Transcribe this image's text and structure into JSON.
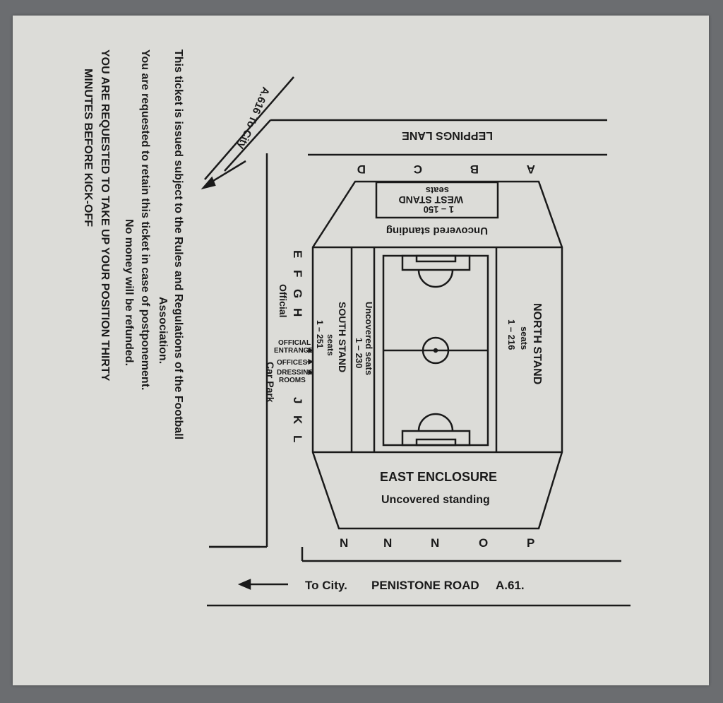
{
  "notice": {
    "line1": "This ticket is issued subject to the Rules and Regulations of the Football",
    "line2": "Association.",
    "line3": "You are requested to retain this ticket in case of postponement.",
    "line4": "No money will be refunded.",
    "line5": "YOU ARE REQUESTED TO TAKE UP YOUR POSITION THIRTY",
    "line6": "MINUTES BEFORE KICK-OFF"
  },
  "map": {
    "road_top": "LEPPINGS LANE",
    "road_left": "A.616 To City",
    "road_bottom": {
      "to_city": "To City.",
      "name": "PENISTONE ROAD",
      "number": "A.61."
    },
    "gates_top": [
      "A",
      "B",
      "C",
      "D"
    ],
    "gates_left_a": [
      "E",
      "F",
      "G",
      "H"
    ],
    "gates_left_b": [
      "J",
      "K",
      "L"
    ],
    "gates_bottom": [
      "N",
      "N",
      "N",
      "O",
      "P"
    ],
    "west_stand": {
      "name": "WEST STAND",
      "seats": "seats",
      "range": "1 – 150"
    },
    "west_terrace": "Uncovered standing",
    "north_stand": {
      "name": "NORTH STAND",
      "seats": "seats",
      "range": "1 – 216"
    },
    "south_stand": {
      "name": "SOUTH STAND",
      "seats": "seats",
      "range": "1 – 251"
    },
    "south_uncovered": {
      "label": "Uncovered seats",
      "range": "1 – 230"
    },
    "east": {
      "name": "EAST ENCLOSURE",
      "sub": "Uncovered standing"
    },
    "official": [
      "OFFICIAL",
      "ENTRANCE",
      "OFFICES",
      "DRESSING",
      "ROOMS"
    ],
    "car_park": {
      "line1": "Official",
      "line2": "Car Park"
    }
  }
}
